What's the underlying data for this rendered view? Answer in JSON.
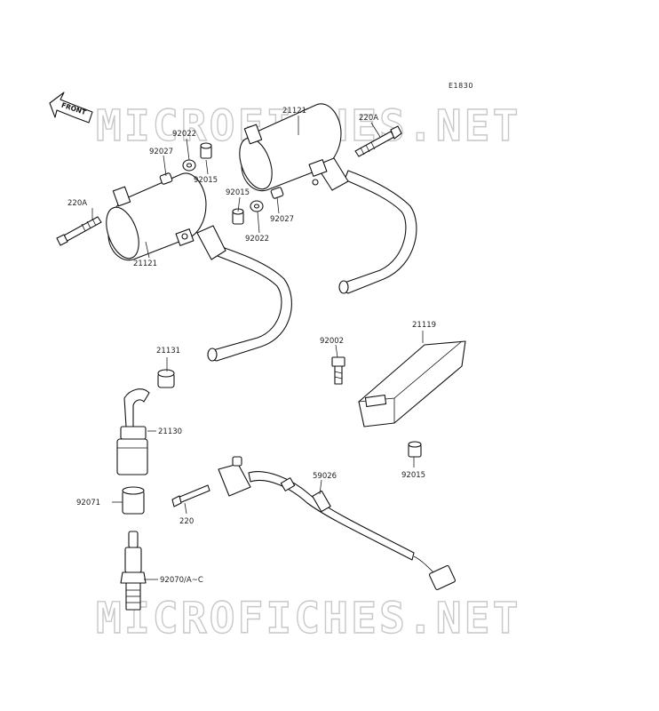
{
  "diagram_code": "E1830",
  "front_arrow_label": "FRONT",
  "watermark_text": "MICROFICHES.NET",
  "part_labels": {
    "coil_left": "21121",
    "coil_right": "21121",
    "bolt_left": "220A",
    "bolt_right": "220A",
    "collar_left": "92027",
    "washer_left": "92022",
    "bushing_left": "92015",
    "bushing_mid": "92015",
    "washer_mid": "92022",
    "collar_mid": "92027",
    "cap_seal": "21131",
    "plug_cap": "21130",
    "rubber_sleeve": "92071",
    "spark_plug": "92070/A~C",
    "igniter": "21119",
    "igniter_bolt": "92002",
    "igniter_bushing": "92015",
    "sensor": "59026",
    "sensor_bolt": "220"
  }
}
